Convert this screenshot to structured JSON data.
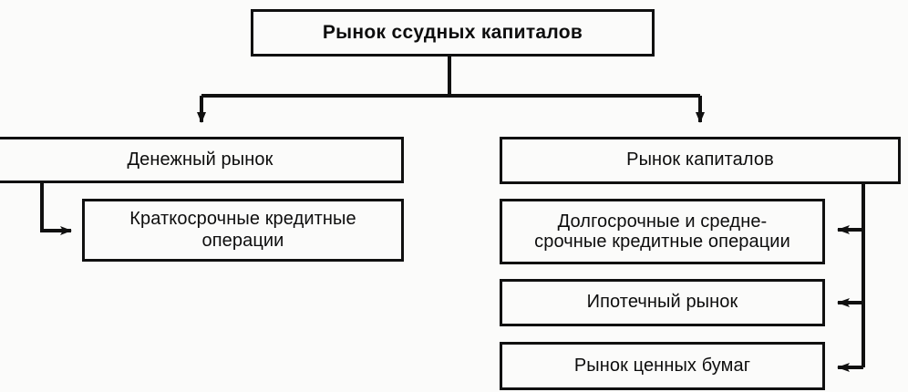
{
  "diagram": {
    "type": "hierarchy-flowchart",
    "language": "ru",
    "background_color": "#fbfbfa",
    "line_color": "#101010",
    "box_fill": "#fbfbfa",
    "root": {
      "id": "loan-capital-market",
      "label": "Рынок ссудных капиталов"
    },
    "branches": [
      {
        "id": "money-market",
        "label": "Денежный рынок",
        "children": [
          {
            "id": "short-term-credit-operations",
            "label": "Краткосрочные кредитные\nоперации"
          }
        ]
      },
      {
        "id": "capital-market",
        "label": "Рынок капиталов",
        "children": [
          {
            "id": "long-and-medium-term-credit-operations",
            "label": "Долгосрочные и средне-\nсрочные кредитные операции"
          },
          {
            "id": "mortgage-market",
            "label": "Ипотечный рынок"
          },
          {
            "id": "securities-market",
            "label": "Рынок ценных бумаг"
          }
        ]
      }
    ],
    "connectors": [
      {
        "id": "root-to-money-market",
        "arrow": "down"
      },
      {
        "id": "root-to-capital-market",
        "arrow": "down"
      },
      {
        "id": "money-market-to-short-term",
        "arrow": "right"
      },
      {
        "id": "capital-market-to-long-term",
        "arrow": "left"
      },
      {
        "id": "capital-market-to-mortgage",
        "arrow": "left"
      },
      {
        "id": "capital-market-to-securities",
        "arrow": "left"
      }
    ]
  }
}
